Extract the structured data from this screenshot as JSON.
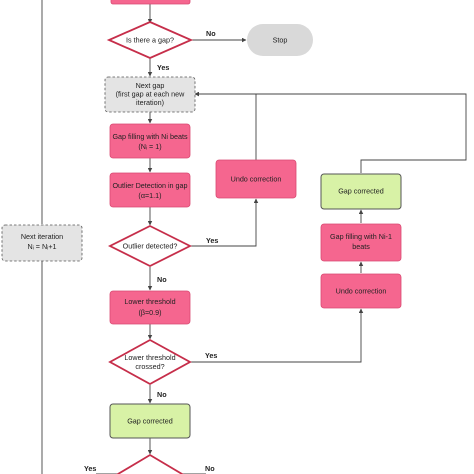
{
  "colors": {
    "process": "#f5668f",
    "corrected": "#d8f2a6",
    "iteration": "#e4e4e4",
    "decision_border": "#c62e4a",
    "stop": "#d9d9d9"
  },
  "nodes": {
    "gap_question": "Is there a gap?",
    "stop": "Stop",
    "next_gap_line1": "Next gap",
    "next_gap_line2": "(first gap at each new",
    "next_gap_line3": "iteration)",
    "gap_filling_line1": "Gap filling with Ni beats",
    "gap_filling_line2": "(Nᵢ = 1)",
    "outlier_detection_line1": "Outlier Detection in gap",
    "outlier_detection_line2": "(α=1.1)",
    "outlier_question": "Outlier detected?",
    "undo_correction_top": "Undo correction",
    "lower_threshold_line1": "Lower threshold",
    "lower_threshold_line2": "(β=0.9)",
    "threshold_question_line1": "Lower threshold",
    "threshold_question_line2": "crossed?",
    "gap_corrected_bottom": "Gap corrected",
    "gap_corrected_right": "Gap corrected",
    "gap_filling_ni1_line1": "Gap filling with Ni-1",
    "gap_filling_ni1_line2": "beats",
    "undo_correction_right": "Undo correction",
    "next_iteration_line1": "Next iteration",
    "next_iteration_line2": "Nᵢ = Nᵢ+1"
  },
  "edge_labels": {
    "gap_no": "No",
    "gap_yes": "Yes",
    "outlier_yes": "Yes",
    "outlier_no": "No",
    "threshold_yes": "Yes",
    "threshold_no": "No",
    "bottom_yes": "Yes",
    "bottom_no": "No"
  }
}
